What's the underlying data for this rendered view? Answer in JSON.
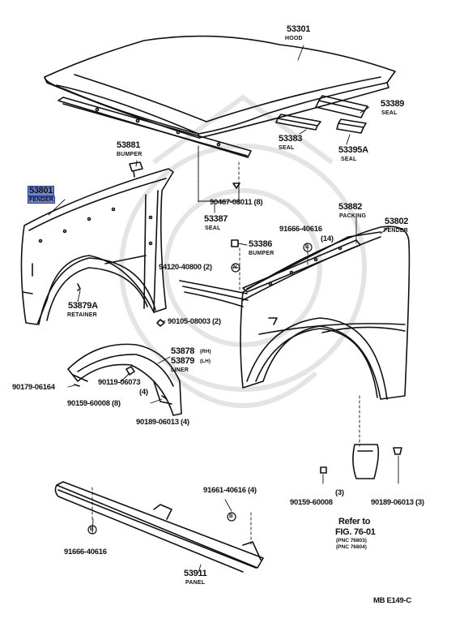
{
  "colors": {
    "line": "#111111",
    "highlight": "#6f83c9",
    "watermark": "#e6e6e6"
  },
  "labels": {
    "hood_pn": "53301",
    "hood_nm": "HOOD",
    "seal_53389_pn": "53389",
    "seal_53389_nm": "SEAL",
    "seal_53383_pn": "53383",
    "seal_53383_nm": "SEAL",
    "seal_53395a_pn": "53395A",
    "seal_53395a_nm": "SEAL",
    "bumper_53881_pn": "53881",
    "bumper_53881_nm": "BUMPER",
    "fender_lh_pn": "53801",
    "fender_lh_nm": "FENDER",
    "screw_90467": "90467-08011 (8)",
    "seal_53387_pn": "53387",
    "seal_53387_nm": "SEAL",
    "packing_53882_pn": "53882",
    "packing_53882_nm": "PACKING",
    "fender_rh_pn": "53802",
    "fender_rh_nm": "FENDER",
    "clip_91666_top": "91666-40616",
    "clip_91666_top_qty": "(14)",
    "bumper_53386_pn": "53386",
    "bumper_53386_nm": "BUMPER",
    "nut_94120": "94120-40800 (2)",
    "retainer_53879a_pn": "53879A",
    "retainer_53879a_nm": "RETAINER",
    "bolt_90105": "90105-08003 (2)",
    "liner_53878_pn": "53878",
    "liner_53878_side": "(RH)",
    "liner_53879_pn": "53879",
    "liner_53879_side": "(LH)",
    "liner_nm": "LINER",
    "clip_90179": "90179-06164",
    "bolt_90119": "90119-06073",
    "bolt_90119_qty": "(4)",
    "screw_90159_left": "90159-60008 (8)",
    "screw_90189_left": "90189-06013 (4)",
    "clip_91661": "91661-40616 (4)",
    "clip_91666_bottom": "91666-40616",
    "panel_53911_pn": "53911",
    "panel_53911_nm": "PANEL",
    "qty_3": "(3)",
    "screw_90159_right": "90159-60008",
    "screw_90189_right": "90189-06013 (3)",
    "refer_line1": "Refer to",
    "refer_line2": "FIG. 76-01",
    "refer_pnc1": "(PNC 76803)",
    "refer_pnc2": "(PNC 76804)",
    "circle_b": "B",
    "circle_n": "N",
    "figure_code": "MB  E149-C"
  }
}
